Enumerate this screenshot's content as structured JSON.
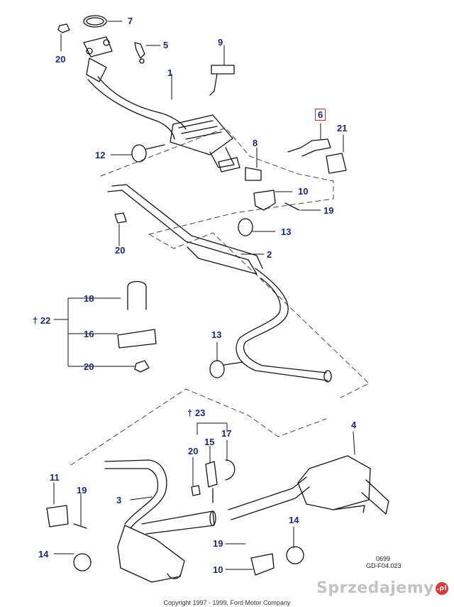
{
  "callouts": {
    "n1": "1",
    "n2": "2",
    "n3": "3",
    "n4": "4",
    "n5": "5",
    "n6": "6",
    "n7": "7",
    "n8": "8",
    "n9": "9",
    "n10a": "10",
    "n10b": "10",
    "n11": "11",
    "n12": "12",
    "n13a": "13",
    "n13b": "13",
    "n14a": "14",
    "n14b": "14",
    "n15": "15",
    "n16": "16",
    "n17": "17",
    "n18": "18",
    "n19a": "19",
    "n19b": "19",
    "n19c": "19",
    "n20a": "20",
    "n20b": "20",
    "n20c": "20",
    "n20d": "20",
    "n21": "21",
    "n22": "22",
    "n23": "23"
  },
  "dagger_symbol": "†",
  "highlighted_part": "6",
  "drawing_code": {
    "line1": "0699",
    "line2": "GD-F04.023"
  },
  "footer": {
    "copyright": "Copyright 1997 - 1999, Ford Motor Company"
  },
  "watermark": {
    "text": "Sprzedajemy",
    "badge": ".pl"
  },
  "colors": {
    "callout": "#1a2a7c",
    "highlight_box": "#c0392b",
    "line_art": "#111111"
  }
}
